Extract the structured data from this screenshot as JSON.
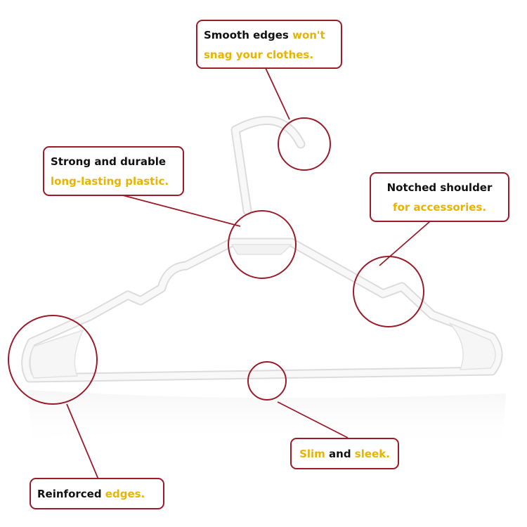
{
  "colors": {
    "accent_border": "#9b1b2a",
    "highlight_text": "#e8b400",
    "body_text": "#111111",
    "hanger": "#f7f7f7"
  },
  "callouts": {
    "smooth_edges": {
      "part1": "Smooth edges ",
      "part2": "won't",
      "part3": "snag your clothes."
    },
    "strong_durable": {
      "part1": "Strong and durable",
      "part2": "long-lasting plastic."
    },
    "notched_shoulder": {
      "part1": "Notched shoulder",
      "part2": "for accessories."
    },
    "slim_sleek": {
      "part1": "Slim",
      "part2": " and ",
      "part3": "sleek."
    },
    "reinforced_edges": {
      "part1": "Reinforced ",
      "part2": "edges."
    }
  },
  "icons": [
    "clothes-hanger-icon"
  ]
}
